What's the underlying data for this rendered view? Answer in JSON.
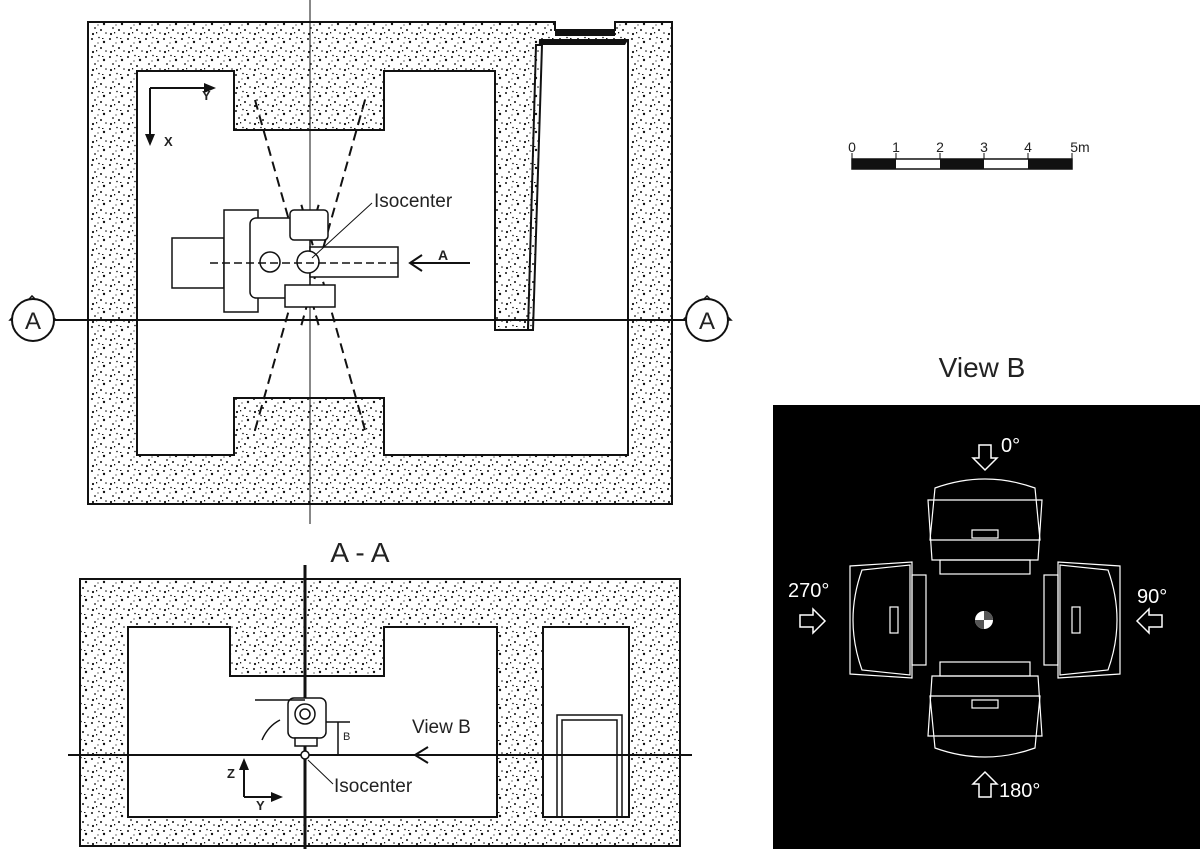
{
  "plan": {
    "isocenter_label": "Isocenter",
    "axis_x": "X",
    "axis_y": "Y",
    "beam_arrow_label": "A",
    "section_marker_left": "A",
    "section_marker_right": "A"
  },
  "scale_bar": {
    "ticks": [
      "0",
      "1",
      "2",
      "3",
      "4",
      "5m"
    ]
  },
  "section": {
    "title": "A - A",
    "view_label": "View B",
    "isocenter_label": "Isocenter",
    "axis_z": "Z",
    "axis_y": "Y",
    "couch_marker": "B"
  },
  "view_b": {
    "title": "View B",
    "angles": {
      "top": "0°",
      "right": "90°",
      "bottom": "180°",
      "left": "270°"
    }
  },
  "colors": {
    "concrete": "#ffffff",
    "line": "#111111",
    "view_b_bg": "#000000",
    "view_b_fg": "#ffffff"
  }
}
